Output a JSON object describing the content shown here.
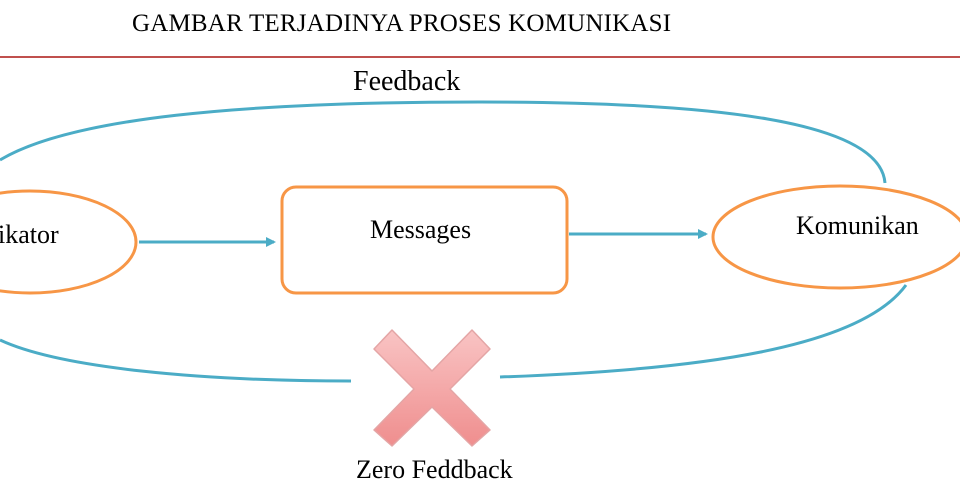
{
  "header": {
    "title": "GAMBAR TERJADINYA PROSES KOMUNIKASI"
  },
  "diagram": {
    "feedback_label": "Feedback",
    "sender_label": "ikator",
    "message_label": "Messages",
    "receiver_label": "Komunikan",
    "zero_feedback_label": "Zero Feddback"
  },
  "colors": {
    "title_rule": "#c0504d",
    "node_border": "#f79646",
    "loop_line": "#4bacc6",
    "cross_fill": "#f4a7a7"
  }
}
